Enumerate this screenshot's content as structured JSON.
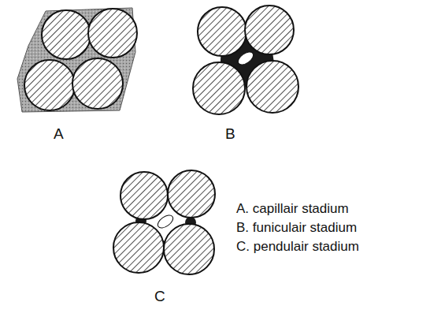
{
  "diagram": {
    "labels": [
      "A",
      "B",
      "C",
      "A. capillair stadium",
      "B. funiculair stadium",
      "C. pendulair stadium"
    ]
  }
}
